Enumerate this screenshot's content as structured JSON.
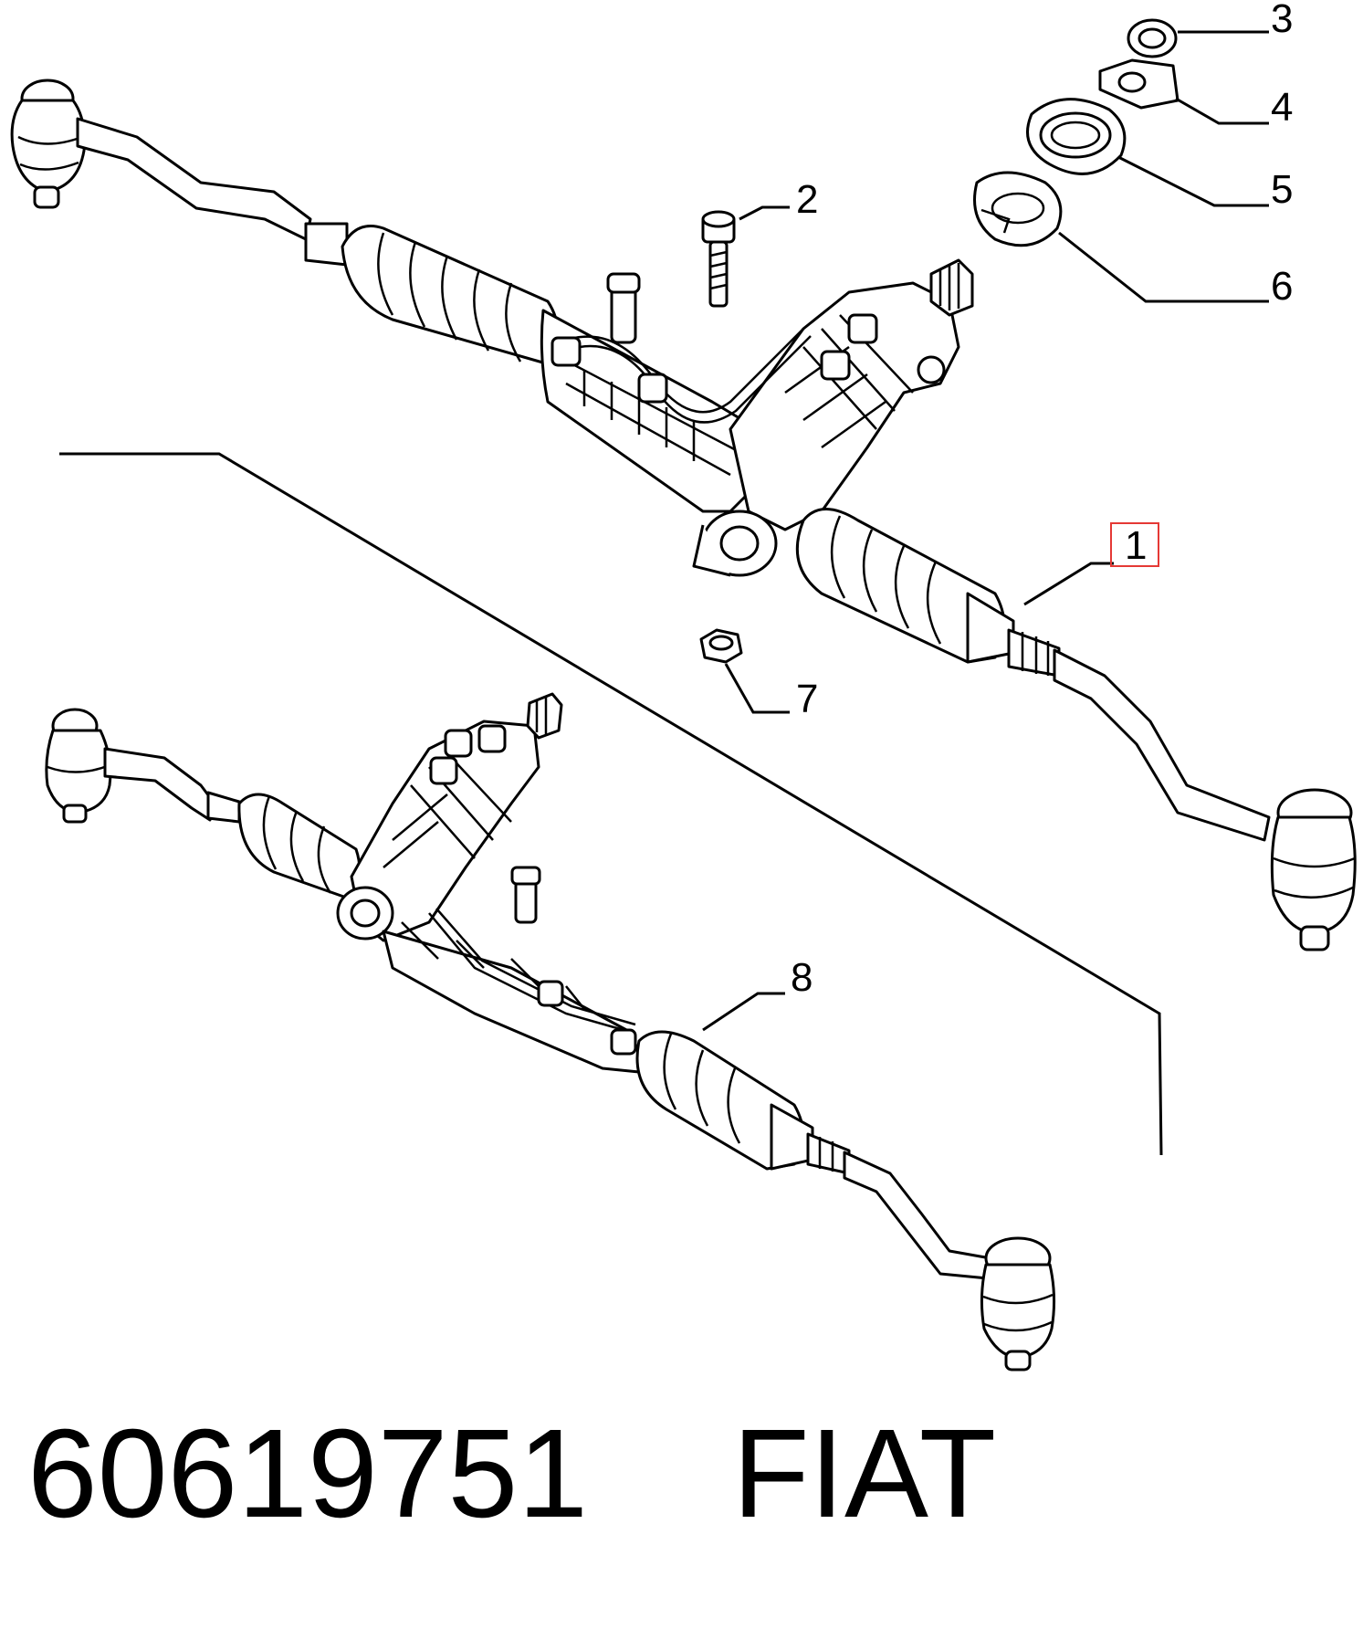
{
  "callouts": [
    {
      "id": "1",
      "label": "1",
      "highlighted": true
    },
    {
      "id": "2",
      "label": "2"
    },
    {
      "id": "3",
      "label": "3"
    },
    {
      "id": "4",
      "label": "4"
    },
    {
      "id": "5",
      "label": "5"
    },
    {
      "id": "6",
      "label": "6"
    },
    {
      "id": "7",
      "label": "7"
    },
    {
      "id": "8",
      "label": "8"
    }
  ],
  "footer": {
    "part_number": "60619751",
    "brand": "FIAT"
  },
  "colors": {
    "line": "#000000",
    "highlight": "#e53935",
    "background": "#ffffff"
  }
}
